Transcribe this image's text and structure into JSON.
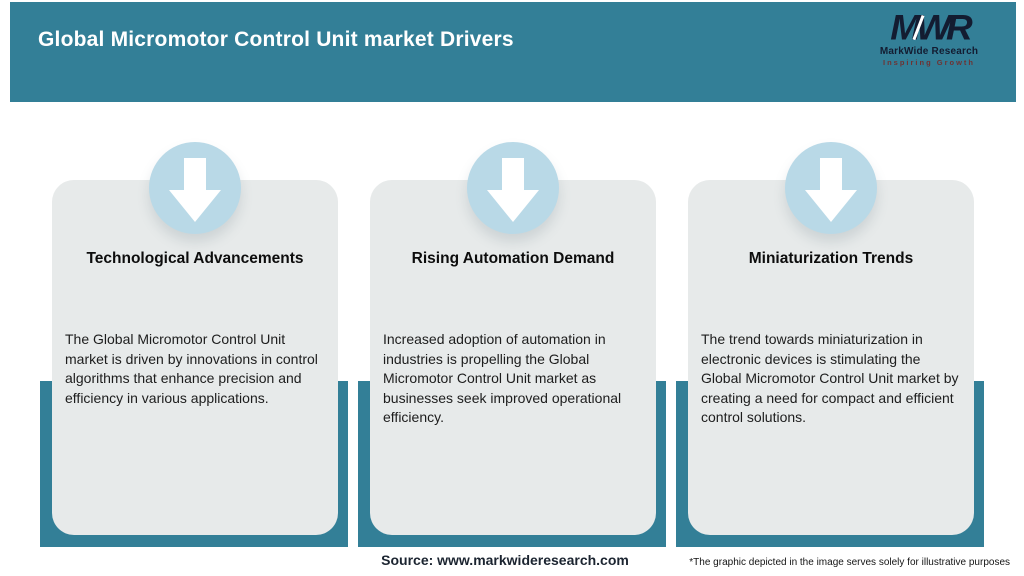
{
  "header": {
    "title": "Global Micromotor Control Unit market Drivers",
    "logo": {
      "monogram": "MWR",
      "name": "MarkWide Research",
      "tagline": "Inspiring Growth"
    }
  },
  "cards": [
    {
      "icon": "down-arrow-icon",
      "title": "Technological Advancements",
      "description": "The Global Micromotor Control Unit market is driven by innovations in control algorithms that enhance precision and efficiency in various applications."
    },
    {
      "icon": "down-arrow-icon",
      "title": "Rising Automation Demand",
      "description": "Increased adoption of automation in industries is propelling the Global Micromotor Control Unit market as businesses seek improved operational efficiency."
    },
    {
      "icon": "down-arrow-icon",
      "title": "Miniaturization Trends",
      "description": "The trend towards miniaturization in electronic devices is stimulating the Global Micromotor Control Unit market by creating a need for compact and efficient control solutions."
    }
  ],
  "footer": {
    "source": "Source: www.markwideresearch.com",
    "disclaimer": "*The graphic depicted in the image serves solely for illustrative purposes"
  },
  "colors": {
    "accent_teal": "#337f97",
    "card_gray": "#e7eaea",
    "icon_circle_blue": "#b9d9e7",
    "logo_navy": "#131c31",
    "tagline_maroon": "#6e3333"
  }
}
